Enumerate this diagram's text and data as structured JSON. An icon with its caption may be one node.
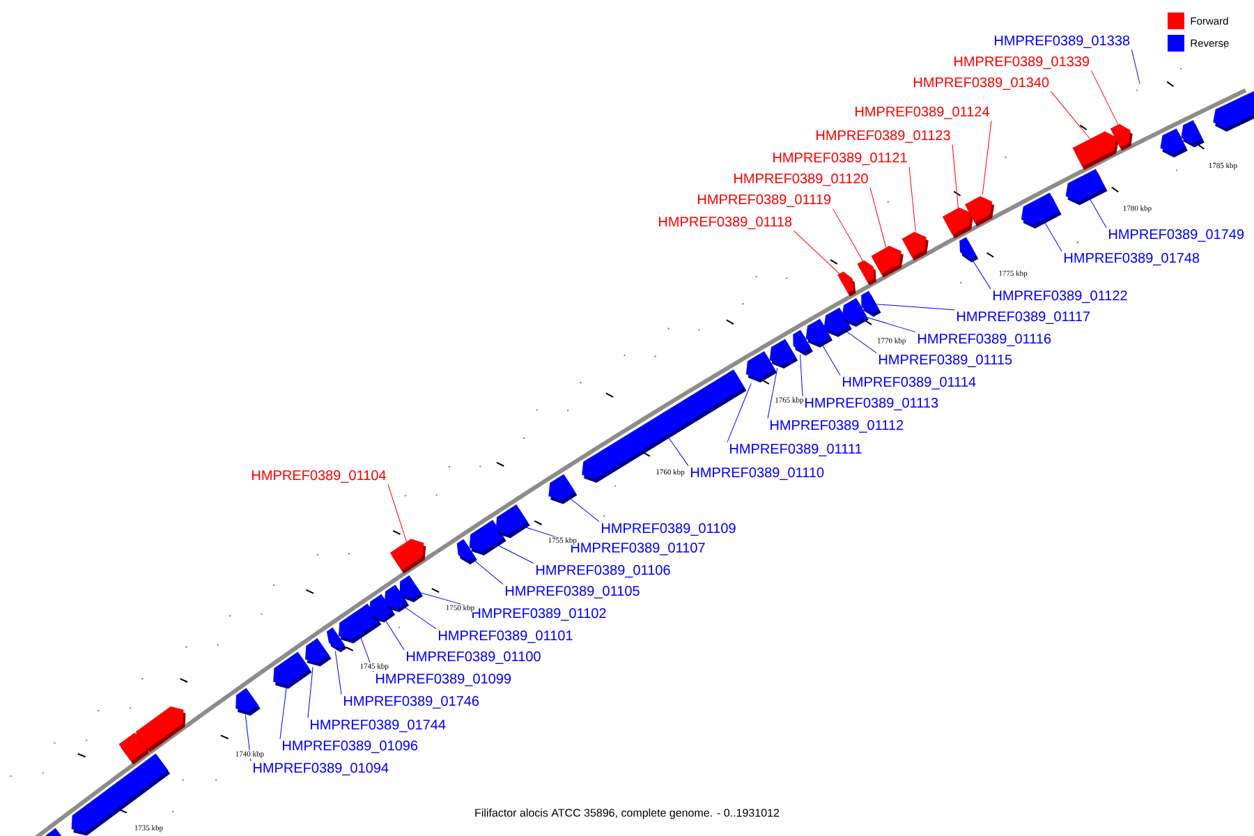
{
  "diagram": {
    "caption": "Filifactor alocis ATCC 35896, complete genome. - 0..1931012",
    "nodes": [
      {
        "text": [
          "HMPREF0389_01338"
        ]
      },
      {
        "text": [
          "HMPREF0389_01339"
        ]
      },
      {
        "text": [
          "HMPREF0389_01340"
        ]
      },
      {
        "text": [
          "HMPREF0389_01124"
        ]
      },
      {
        "text": [
          "HMPREF0389_01123"
        ]
      },
      {
        "text": [
          "HMPREF0389_01121"
        ]
      },
      {
        "text": [
          "HMPREF0389_01120"
        ]
      },
      {
        "text": [
          "HMPREF0389_01119"
        ]
      },
      {
        "text": [
          "HMPREF0389_01118"
        ]
      },
      {
        "text": [
          "HMPREF0389_01749"
        ]
      },
      {
        "text": [
          "HMPREF0389_01748"
        ]
      },
      {
        "text": [
          "HMPREF0389_01122"
        ]
      },
      {
        "text": [
          "HMPREF0389_01117"
        ]
      },
      {
        "text": [
          "HMPREF0389_01116"
        ]
      },
      {
        "text": [
          "HMPREF0389_01115"
        ]
      },
      {
        "text": [
          "HMPREF0389_01114"
        ]
      },
      {
        "text": [
          "HMPREF0389_01113"
        ]
      },
      {
        "text": [
          "HMPREF0389_01112"
        ]
      },
      {
        "text": [
          "HMPREF0389_01111"
        ]
      },
      {
        "text": [
          "HMPREF0389_01110"
        ]
      },
      {
        "text": [
          "HMPREF0389_01104"
        ]
      },
      {
        "text": [
          "HMPREF0389_01109"
        ]
      },
      {
        "text": [
          "HMPREF0389_01107"
        ]
      },
      {
        "text": [
          "HMPREF0389_01106"
        ]
      },
      {
        "text": [
          "HMPREF0389_01105"
        ]
      },
      {
        "text": [
          "HMPREF0389_01102"
        ]
      },
      {
        "text": [
          "HMPREF0389_01101"
        ]
      },
      {
        "text": [
          "HMPREF0389_01100"
        ]
      },
      {
        "text": [
          "HMPREF0389_01099"
        ]
      },
      {
        "text": [
          "HMPREF0389_01746"
        ]
      },
      {
        "text": [
          "HMPREF0389_01744"
        ]
      },
      {
        "text": [
          "HMPREF0389_01096"
        ]
      },
      {
        "text": [
          "HMPREF0389_01094"
        ]
      },
      {
        "text": [],
        "shape": "box"
      },
      {
        "text": [],
        "shape": "box"
      },
      {
        "text": [],
        "shape": "box"
      },
      {
        "text": [],
        "shape": "box"
      },
      {
        "text": [],
        "shape": "box"
      },
      {
        "text": [],
        "shape": "box"
      },
      {
        "text": [],
        "shape": "box"
      },
      {
        "text": [],
        "shape": "box"
      },
      {
        "text": [],
        "shape": "box"
      },
      {
        "text": [],
        "shape": "box"
      },
      {
        "text": [],
        "shape": "box"
      },
      {
        "text": [],
        "shape": "box"
      },
      {
        "text": [],
        "shape": "box"
      },
      {
        "text": [],
        "shape": "box"
      },
      {
        "text": [],
        "shape": "box"
      },
      {
        "text": [],
        "shape": "box"
      },
      {
        "text": [],
        "shape": "box"
      },
      {
        "text": [],
        "shape": "box"
      },
      {
        "text": [],
        "shape": "box"
      },
      {
        "text": [],
        "shape": "box"
      },
      {
        "text": [],
        "shape": "box"
      },
      {
        "text": [],
        "shape": "box"
      },
      {
        "text": [],
        "shape": "box"
      },
      {
        "text": [],
        "shape": "box"
      },
      {
        "text": [],
        "shape": "box"
      },
      {
        "text": [],
        "shape": "box"
      },
      {
        "text": [],
        "shape": "box"
      },
      {
        "text": [],
        "shape": "box"
      },
      {
        "text": [],
        "shape": "box"
      },
      {
        "text": [],
        "shape": "box"
      },
      {
        "text": [],
        "shape": "box"
      },
      {
        "text": [],
        "shape": "box"
      },
      {
        "text": [],
        "shape": "box"
      },
      {
        "text": [],
        "shape": "box"
      },
      {
        "text": [],
        "shape": "box"
      },
      {
        "text": [],
        "shape": "box"
      },
      {
        "text": [],
        "shape": "box"
      },
      {
        "text": [],
        "shape": "box"
      },
      {
        "text": [],
        "shape": "box"
      }
    ],
    "edges": [
      {
        "from": 0,
        "to": null,
        "arrow": "none"
      },
      {
        "from": 1,
        "to": 68,
        "arrow": "none",
        "color": "#ff0000"
      },
      {
        "from": 2,
        "to": 67,
        "arrow": "none",
        "color": "#ff0000"
      },
      {
        "from": 3,
        "to": 64,
        "arrow": "none",
        "color": "#ff0000"
      },
      {
        "from": 4,
        "to": 63,
        "arrow": "none",
        "color": "#ff0000"
      },
      {
        "from": 5,
        "to": 61,
        "arrow": "none",
        "color": "#ff0000"
      },
      {
        "from": 6,
        "to": 60,
        "arrow": "none",
        "color": "#ff0000"
      },
      {
        "from": 7,
        "to": 59,
        "arrow": "none",
        "color": "#ff0000"
      },
      {
        "from": 8,
        "to": 58,
        "arrow": "none",
        "color": "#ff0000"
      },
      {
        "from": 9,
        "to": 66,
        "arrow": "none"
      },
      {
        "from": 10,
        "to": 65,
        "arrow": "none"
      },
      {
        "from": 11,
        "to": 62,
        "arrow": "none"
      },
      {
        "from": 12,
        "to": 57,
        "arrow": "none"
      },
      {
        "from": 13,
        "to": 56,
        "arrow": "none"
      },
      {
        "from": 14,
        "to": 55,
        "arrow": "none"
      },
      {
        "from": 15,
        "to": 54,
        "arrow": "none"
      },
      {
        "from": 16,
        "to": 53,
        "arrow": "none"
      },
      {
        "from": 17,
        "to": 52,
        "arrow": "none"
      },
      {
        "from": 18,
        "to": 51,
        "arrow": "none"
      },
      {
        "from": 19,
        "to": 50,
        "arrow": "none"
      },
      {
        "from": 20,
        "to": 45,
        "arrow": "none",
        "color": "#ff0000"
      },
      {
        "from": 21,
        "to": 49,
        "arrow": "none"
      },
      {
        "from": 22,
        "to": 48,
        "arrow": "none"
      },
      {
        "from": 23,
        "to": 47,
        "arrow": "none"
      },
      {
        "from": 24,
        "to": 46,
        "arrow": "none"
      },
      {
        "from": 25,
        "to": 44,
        "arrow": "none"
      },
      {
        "from": 26,
        "to": 43,
        "arrow": "none"
      },
      {
        "from": 27,
        "to": 42,
        "arrow": "none"
      },
      {
        "from": 28,
        "to": 41,
        "arrow": "none"
      },
      {
        "from": 29,
        "to": 40,
        "arrow": "none"
      },
      {
        "from": 30,
        "to": 39,
        "arrow": "none"
      },
      {
        "from": 31,
        "to": 38,
        "arrow": "none"
      },
      {
        "from": 32,
        "to": 37,
        "arrow": "none"
      }
    ],
    "labels": [
      "1785 kbp",
      "1780 kbp",
      "1775 kbp",
      "1770 kbp",
      "1765 kbp",
      "1760 kbp",
      "1755 kbp",
      "1750 kbp",
      "1745 kbp",
      "1740 kbp",
      "1735 kbp"
    ],
    "legend": [
      {
        "text": "Forward",
        "color": "#ff0000"
      },
      {
        "text": "Reverse",
        "color": "#0000ff"
      }
    ]
  }
}
